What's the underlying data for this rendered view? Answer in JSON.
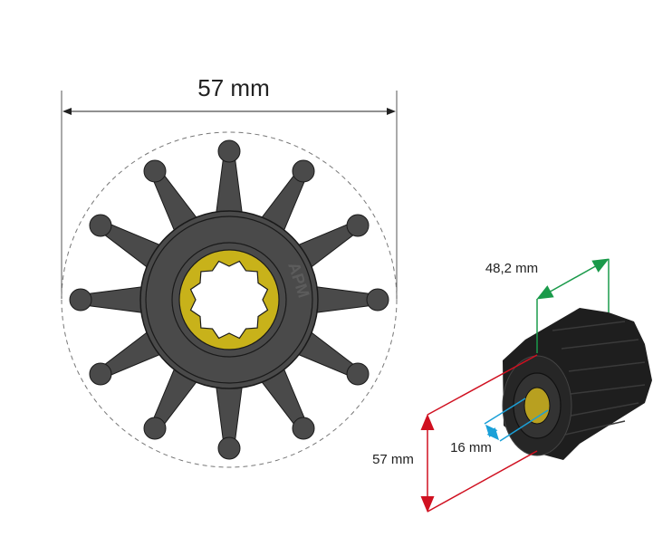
{
  "front_view": {
    "diameter_label": "57 mm",
    "blade_count": 12,
    "logo_text": "APM",
    "colors": {
      "rubber": "#4a4a4a",
      "insert": "#c8b21a",
      "outline": "#1a1a1a"
    }
  },
  "iso_view": {
    "length_label": "48,2 mm",
    "diameter_label": "57 mm",
    "bore_label": "16 mm",
    "colors": {
      "length_dim": "#1a9a4a",
      "diameter_dim": "#d01020",
      "bore_dim": "#1aa0d8",
      "rubber": "#1e1e1e",
      "insert": "#b8a020"
    }
  }
}
